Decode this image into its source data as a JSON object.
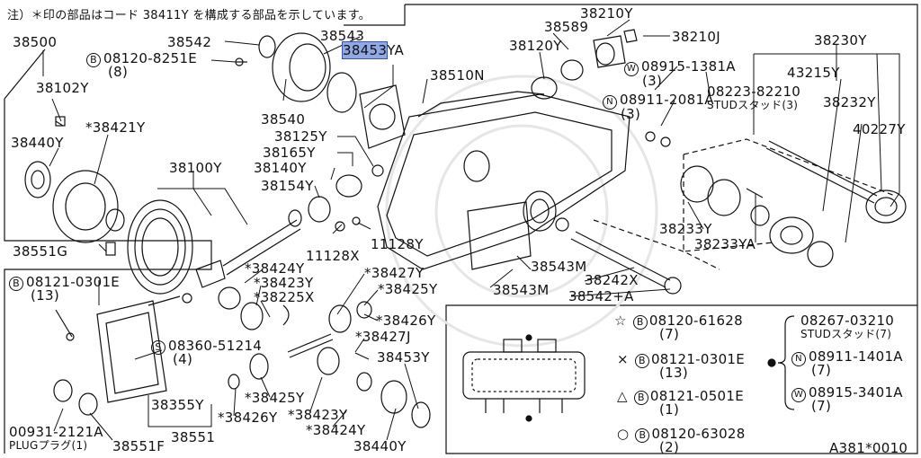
{
  "note": "注）＊印の部品はコード 38411Y を構成する部品を示しています。",
  "highlight_color": "#8fa8e6",
  "labels": {
    "p38500": "38500",
    "p38542": "38542",
    "p38543": "38543",
    "p38453ya_hl": "38453",
    "p38453ya_sfx": "YA",
    "p38510n": "38510N",
    "p38210y": "38210Y",
    "p38589": "38589",
    "p38120y": "38120Y",
    "p38210j": "38210J",
    "p38230y": "38230Y",
    "b08120_8251e": "08120-8251E",
    "q8": "(8)",
    "p38102y": "38102Y",
    "p38540": "38540",
    "p38421y": "*38421Y",
    "p38440y_a": "38440Y",
    "p38125y": "38125Y",
    "p38165y": "38165Y",
    "p38100y": "38100Y",
    "p38140y": "38140Y",
    "p38154y": "38154Y",
    "w08915_1381a": "08915-1381A",
    "q3a": "(3)",
    "n08911_2081a": "08911-2081A",
    "q3b": "(3)",
    "p43215y": "43215Y",
    "p08223_82210": "08223-82210",
    "stud3": "STUDスタッド(3)",
    "p38232y": "38232Y",
    "p40227y": "40227Y",
    "p38233y": "38233Y",
    "p38233ya": "38233YA",
    "p11128y": "11128Y",
    "p11128x": "11128X",
    "p38551g": "38551G",
    "b08121_0301e_a": "08121-0301E",
    "q13a": "(13)",
    "p38424y_a": "*38424Y",
    "p38423y_a": "*38423Y",
    "p38225x": "*38225X",
    "p38427y": "*38427Y",
    "p38425y_a": "*38425Y",
    "p38426y_a": "*38426Y",
    "p38427j": "*38427J",
    "p38543m_a": "38543M",
    "p38543m_b": "38543M",
    "p38242x": "38242X",
    "p38542a": "38542+A",
    "s08360_51214": "08360-51214",
    "q4": "(4)",
    "p38355y": "38355Y",
    "p38425y_b": "*38425Y",
    "p38426y_b": "*38426Y",
    "p38423y_b": "*38423Y",
    "p38424y_b": "*38424Y",
    "p38453y": "38453Y",
    "p38440y_b": "38440Y",
    "p38551": "38551",
    "plug_code": "00931-2121A",
    "plug": "PLUGプラグ(1)",
    "p38551f": "38551F",
    "fig": "A381*0010"
  },
  "legend": {
    "star": {
      "symbol": "☆",
      "code": "08120-61628",
      "qty": "(7)"
    },
    "cross_b": {
      "symbol": "×",
      "code": "08121-0301E",
      "qty": "(13)"
    },
    "tri": {
      "symbol": "△",
      "code": "08121-0501E",
      "qty": "(1)"
    },
    "circle": {
      "symbol": "○",
      "code": "08120-63028",
      "qty": "(2)"
    },
    "stud": {
      "code": "08267-03210",
      "qty": "STUDスタッド(7)"
    },
    "nut": {
      "code": "08911-1401A",
      "qty": "(7)"
    },
    "washer": {
      "code": "08915-3401A",
      "qty": "(7)"
    },
    "dot": "●"
  }
}
